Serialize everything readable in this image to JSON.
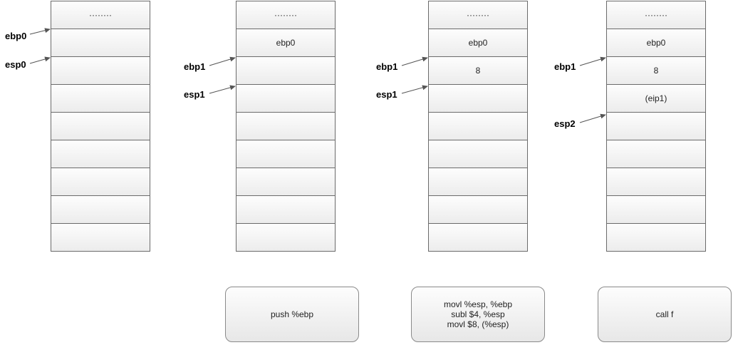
{
  "stacks": [
    {
      "cells": [
        "········",
        "",
        "",
        "",
        "",
        "",
        "",
        "",
        ""
      ]
    },
    {
      "cells": [
        "········",
        "ebp0",
        "",
        "",
        "",
        "",
        "",
        "",
        ""
      ]
    },
    {
      "cells": [
        "········",
        "ebp0",
        "8",
        "",
        "",
        "",
        "",
        "",
        ""
      ]
    },
    {
      "cells": [
        "········",
        "ebp0",
        "8",
        "(eip1)",
        "",
        "",
        "",
        "",
        ""
      ]
    }
  ],
  "pointers": [
    [
      "ebp0",
      "esp0"
    ],
    [
      "ebp1",
      "esp1"
    ],
    [
      "ebp1",
      "esp1"
    ],
    [
      "ebp1",
      "esp2"
    ]
  ],
  "instructions": [
    [
      "push %ebp"
    ],
    [
      "movl %esp, %ebp",
      "subl $4, %esp",
      "movl $8, (%esp)"
    ],
    [
      "call f"
    ]
  ]
}
